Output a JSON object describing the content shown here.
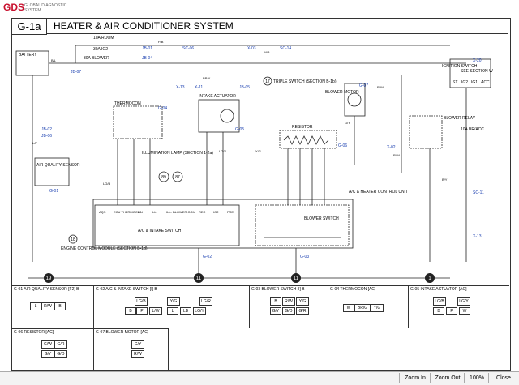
{
  "header": {
    "logo_text": "GDS",
    "logo_sub": "GLOBAL DIAGNOSTIC SYSTEM",
    "diagram_code": "G-1a",
    "title": "HEATER & AIR CONDITIONER SYSTEM"
  },
  "diagram": {
    "battery": "BATTERY",
    "fuse_blower": "30A BLOWER",
    "fuse_10a": "10A ROOM",
    "fuse_30a": "30A IG2",
    "ignition_switch": "IGNITION SWITCH",
    "see_section": "SEE SECTION W",
    "ign_positions": [
      "ST",
      "IG2",
      "IG1",
      "ACC"
    ],
    "thermocon": "THERMOCON",
    "intake_actuator": "INTAKE ACTUATOR",
    "blower_motor": "BLOWER MOTOR",
    "blower_relay": "BLOWER RELAY",
    "fuse_relay": "10A BR/ACC",
    "resistor": "RESISTOR",
    "triple_switch_num": "17",
    "triple_switch": "TRIPLE SWITCH (SECTION B-1b)",
    "illumination_lamp": "ILLUMINATION LAMP (SECTION 1-2a)",
    "air_quality_sensor": "AIR QUALITY SENSOR",
    "engine_module_num": "18",
    "engine_module": "ENGINE CONTROL MODULE (SECTION B-1d)",
    "ac_heater_unit": "A/C & HEATER CONTROL UNIT",
    "ac_intake_switch": "A/C & INTAKE SWITCH",
    "blower_switch": "BLOWER SWITCH",
    "switch_pins": [
      "AQS",
      "ECU THERMOCON",
      "B+",
      "ILL+",
      "ILL- BLOWER COM",
      "REC",
      "IG2",
      "FRE"
    ],
    "ground_points": [
      "19",
      "11",
      "11",
      "1"
    ],
    "lamp_nums": [
      "89",
      "87"
    ],
    "connector_ids": [
      "JB-07",
      "JB-01",
      "JB-04",
      "SC-06",
      "X-03",
      "SC-14",
      "X-20",
      "X-13",
      "X-11",
      "JB-05",
      "JB-02",
      "JB-06",
      "G-01",
      "G-02",
      "G-03",
      "G-04",
      "G-05",
      "G-06",
      "G-07",
      "X-02",
      "SC-11",
      "X-13"
    ],
    "wire_colors": [
      "B/L",
      "P/B",
      "W/B",
      "R/W",
      "BR/Y",
      "G/Y",
      "L/P",
      "Y/G",
      "LG/B",
      "LG/Y",
      "R/W",
      "B/Y"
    ]
  },
  "connectors": [
    {
      "label": "G-01 AIR QUALITY SENSOR [F2] B",
      "pins": [
        "L",
        "R/W",
        "B"
      ]
    },
    {
      "label": "G-02 A/C & INTAKE SWITCH [I] B",
      "pins": [
        "LG/B",
        "Y/G",
        "LG/R",
        "B",
        "P",
        "L/W",
        "L",
        "LB",
        "LG/Y"
      ]
    },
    {
      "label": "G-03 BLOWER SWITCH [I] B",
      "pins": [
        "B",
        "R/W",
        "Y/G",
        "G/Y",
        "G/O",
        "G/R"
      ]
    },
    {
      "label": "G-04 THERMOCON [AC]",
      "pins": [
        "W",
        "BR/G",
        "Y/G"
      ]
    },
    {
      "label": "G-05 INTAKE ACTUATOR [AC]",
      "pins": [
        "LG/B",
        "LG/Y",
        "B",
        "P",
        "W"
      ]
    },
    {
      "label": "G-06 RESISTOR [AC]",
      "pins": [
        "G/W",
        "G/Y",
        "G/R",
        "G/O"
      ]
    },
    {
      "label": "G-07 BLOWER MOTOR [AC]",
      "pins": [
        "G/Y",
        "R/W"
      ]
    }
  ],
  "statusbar": {
    "zoom_in": "Zoom In",
    "zoom_out": "Zoom Out",
    "zoom_level": "100%",
    "close": "Close"
  }
}
